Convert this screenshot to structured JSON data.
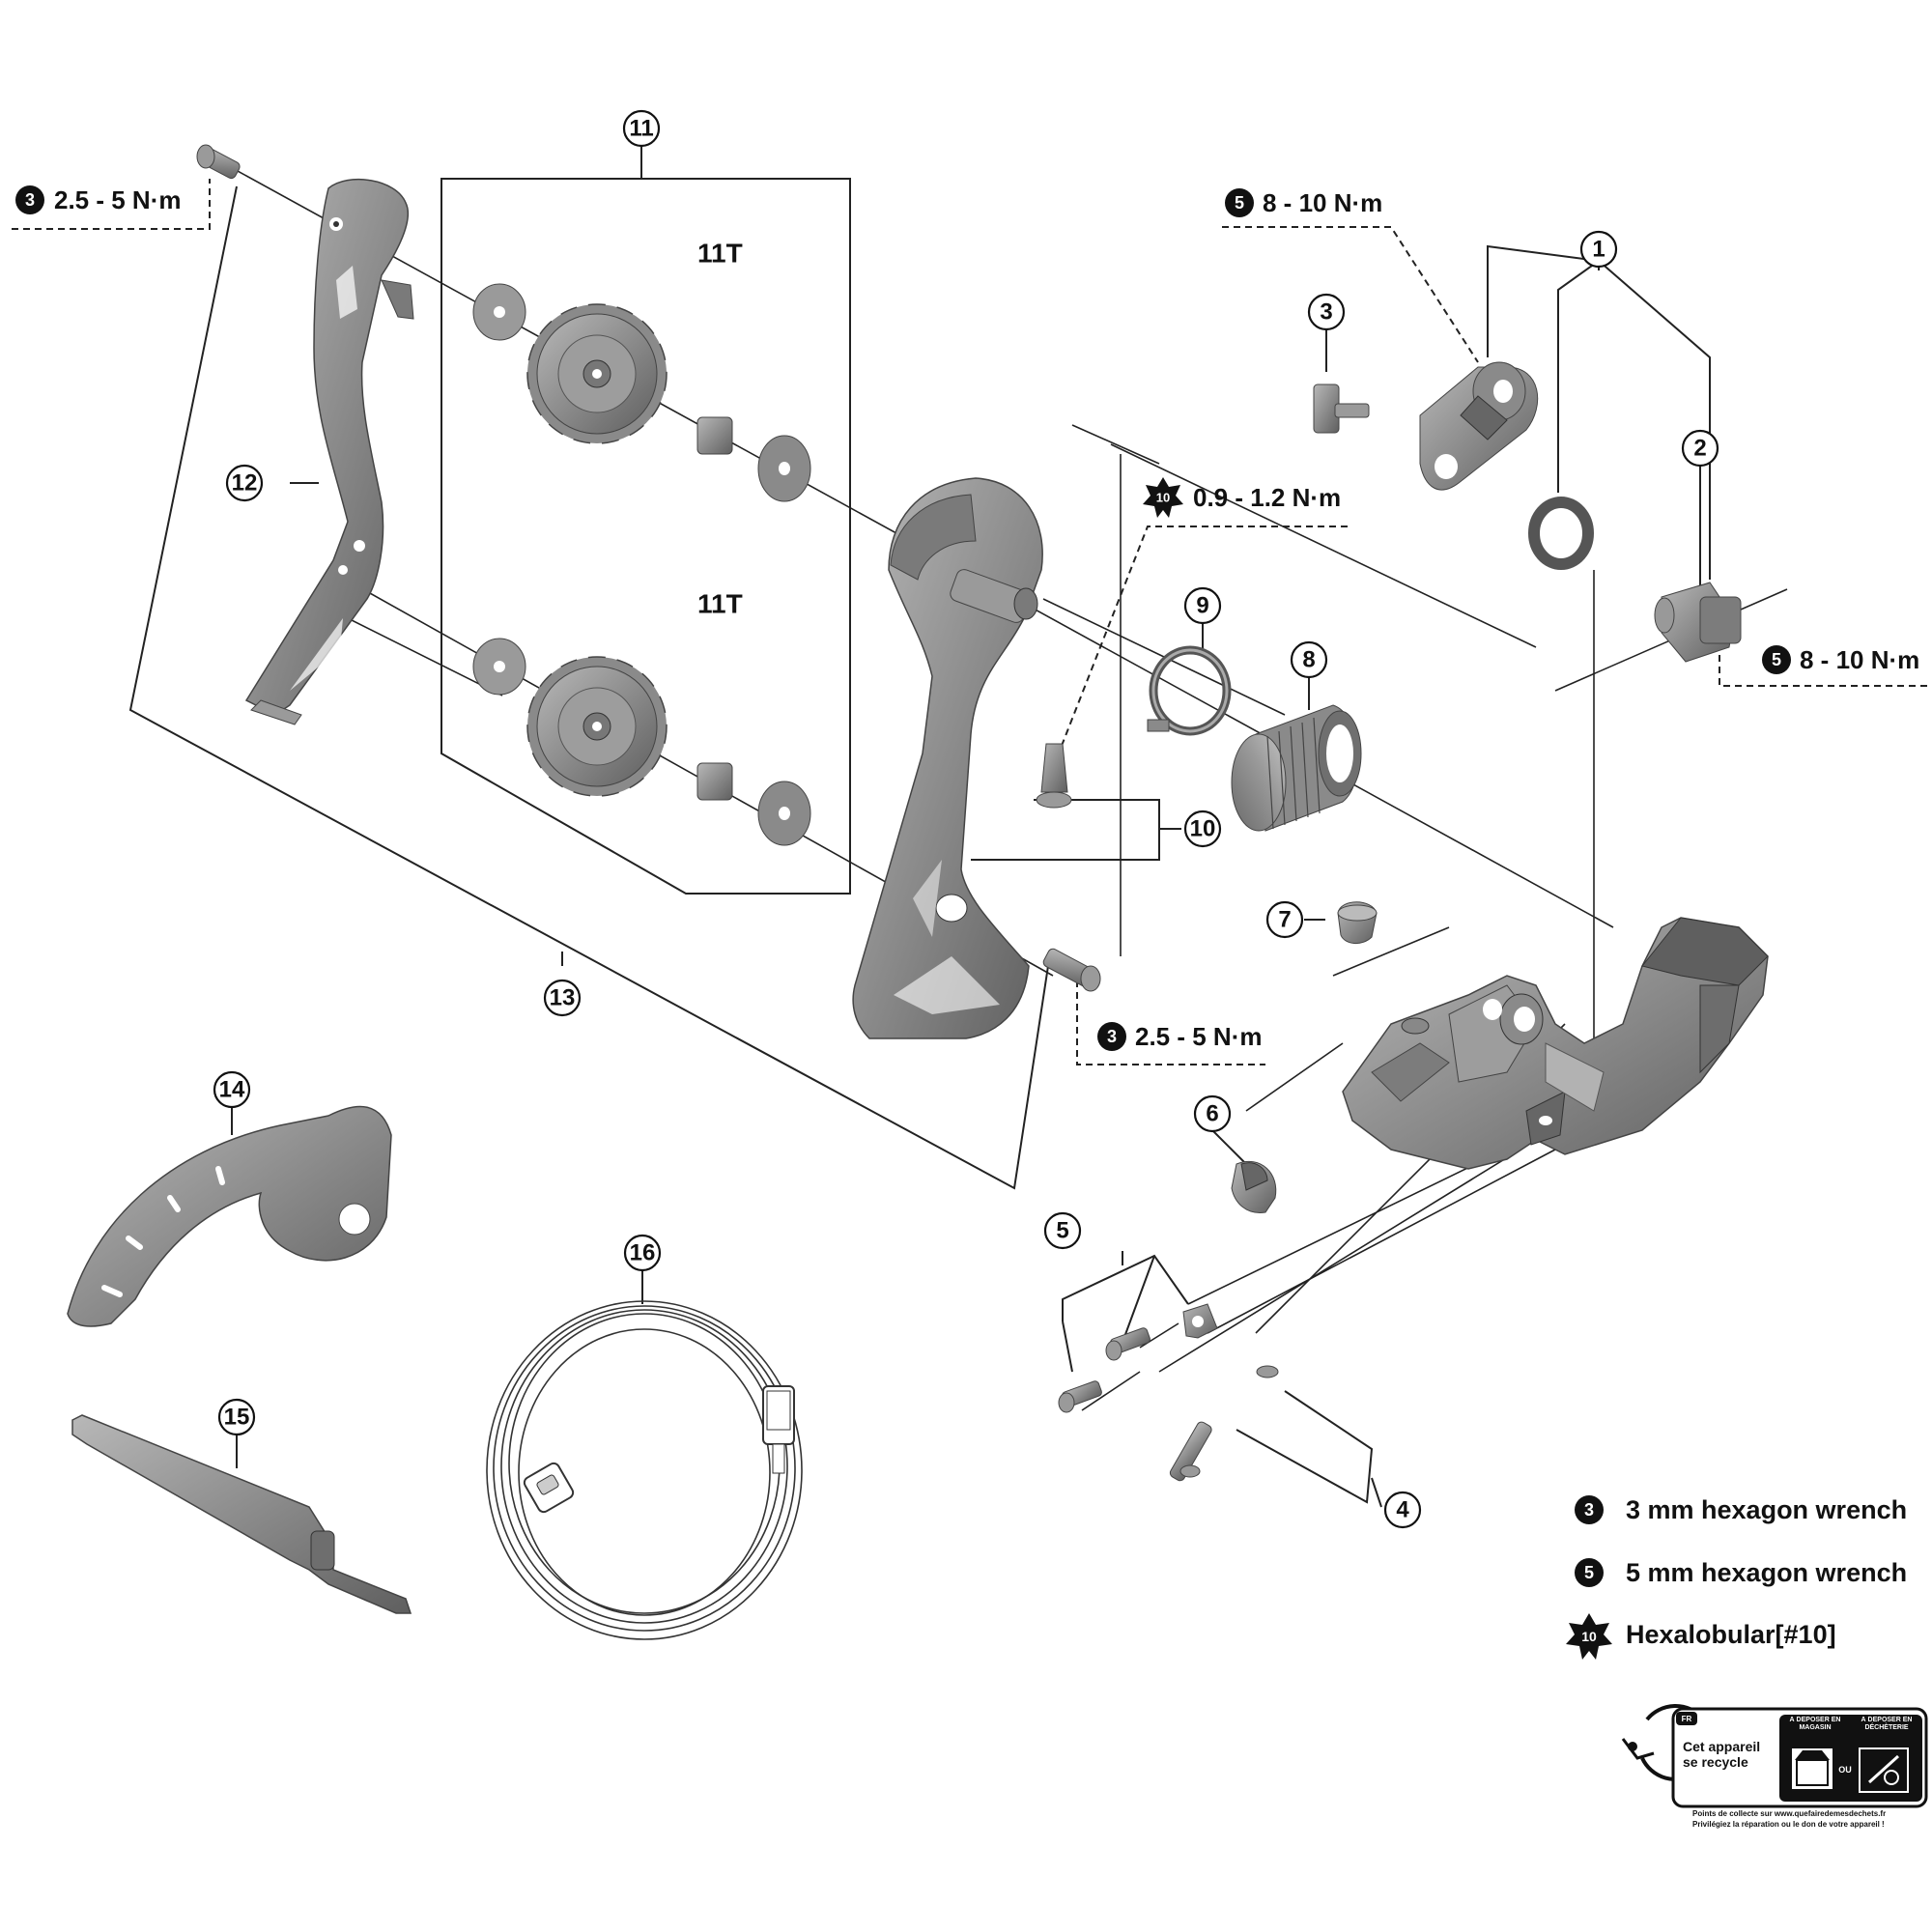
{
  "parts": [
    {
      "number": "1"
    },
    {
      "number": "2"
    },
    {
      "number": "3"
    },
    {
      "number": "4"
    },
    {
      "number": "5"
    },
    {
      "number": "6"
    },
    {
      "number": "7"
    },
    {
      "number": "8"
    },
    {
      "number": "9"
    },
    {
      "number": "10"
    },
    {
      "number": "11"
    },
    {
      "number": "12"
    },
    {
      "number": "13"
    },
    {
      "number": "14"
    },
    {
      "number": "15"
    },
    {
      "number": "16"
    }
  ],
  "torque_specs": {
    "guide_pulley_bolt": {
      "tool": "3",
      "value": "2.5 - 5 N·m"
    },
    "tension_pulley_bolt": {
      "tool": "3",
      "value": "2.5 - 5 N·m"
    },
    "bracket_bolt": {
      "tool": "5",
      "value": "8 - 10 N·m"
    },
    "axle_bolt": {
      "tool": "5",
      "value": "8 - 10 N·m"
    },
    "plate_screw": {
      "tool": "10",
      "value": "0.9 - 1.2 N·m"
    }
  },
  "pulley_teeth": [
    "11T",
    "11T"
  ],
  "legend": [
    {
      "tool": "3",
      "label": "3 mm hexagon wrench"
    },
    {
      "tool": "5",
      "label": "5 mm hexagon wrench"
    },
    {
      "tool": "10",
      "label": "Hexalobular[#10]"
    }
  ],
  "recycle_label": {
    "country": "FR",
    "main_text": "Cet appareil se recycle",
    "col1": "À DÉPOSER EN MAGASIN",
    "col2": "À DÉPOSER EN DÉCHÈTERIE",
    "ou": "OU",
    "footer_line1": "Points de collecte sur www.quefairedemesdechets.fr",
    "footer_line2": "Privilégiez la réparation ou le don de votre appareil !"
  },
  "colors": {
    "ink": "#111111",
    "part_fill": "#8a8a8a",
    "part_dark": "#5e5e5e",
    "part_light": "#b5b5b5"
  }
}
